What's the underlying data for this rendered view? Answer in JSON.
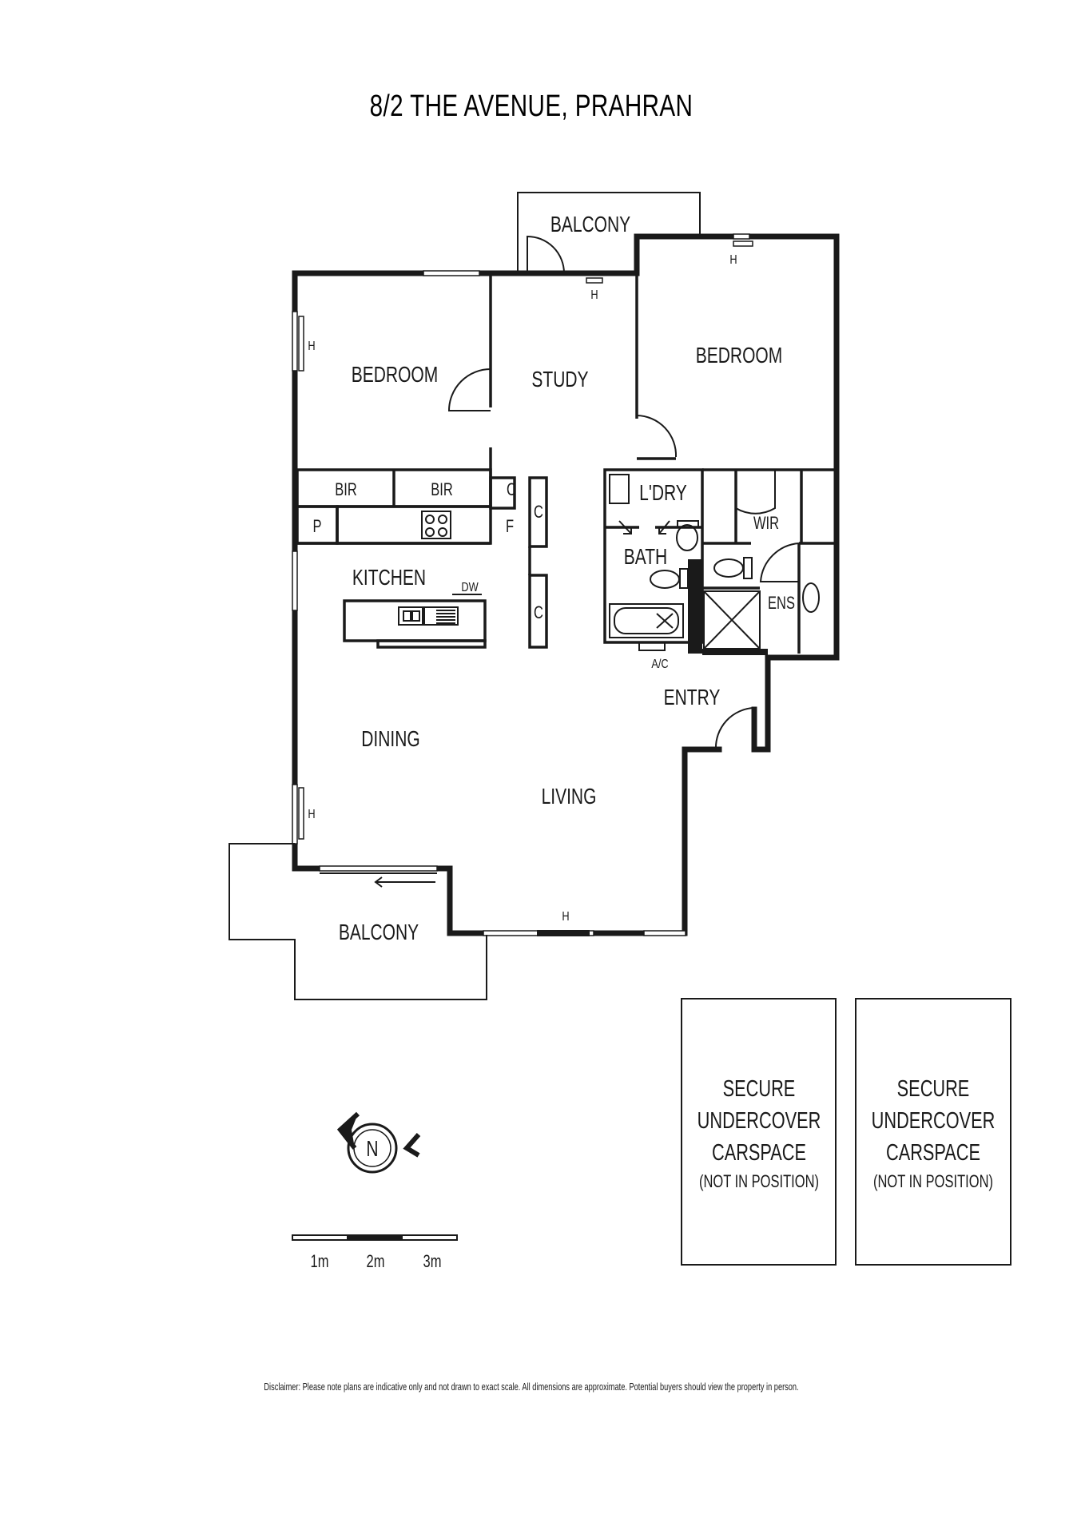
{
  "title": "8/2 THE AVENUE, PRAHRAN",
  "rooms": {
    "balcony_top": "BALCONY",
    "bedroom_left": "BEDROOM",
    "study": "STUDY",
    "bedroom_right": "BEDROOM",
    "bir_1": "BIR",
    "bir_2": "BIR",
    "cupboard_1": "C",
    "cupboard_2": "C",
    "cupboard_3": "C",
    "pantry": "P",
    "fridge": "F",
    "laundry": "L'DRY",
    "bath": "BATH",
    "wir": "WIR",
    "ensuite": "ENS",
    "kitchen": "KITCHEN",
    "dishwasher": "DW",
    "aircon": "A/C",
    "entry": "ENTRY",
    "dining": "DINING",
    "living": "LIVING",
    "balcony_bottom": "BALCONY"
  },
  "heater_marks": {
    "study": "H",
    "bedroom_right": "H",
    "bedroom_left": "H",
    "dining": "H",
    "living": "H"
  },
  "carspaces": [
    {
      "line1": "SECURE",
      "line2": "UNDERCOVER",
      "line3": "CARSPACE",
      "note": "(NOT IN POSITION)"
    },
    {
      "line1": "SECURE",
      "line2": "UNDERCOVER",
      "line3": "CARSPACE",
      "note": "(NOT IN POSITION)"
    }
  ],
  "compass": {
    "letter": "N"
  },
  "scale": {
    "labels": [
      "1m",
      "2m",
      "3m"
    ]
  },
  "disclaimer": "Disclaimer: Please note plans are indicative only and not drawn to exact scale. All dimensions are approximate. Potential buyers should view the property in person."
}
